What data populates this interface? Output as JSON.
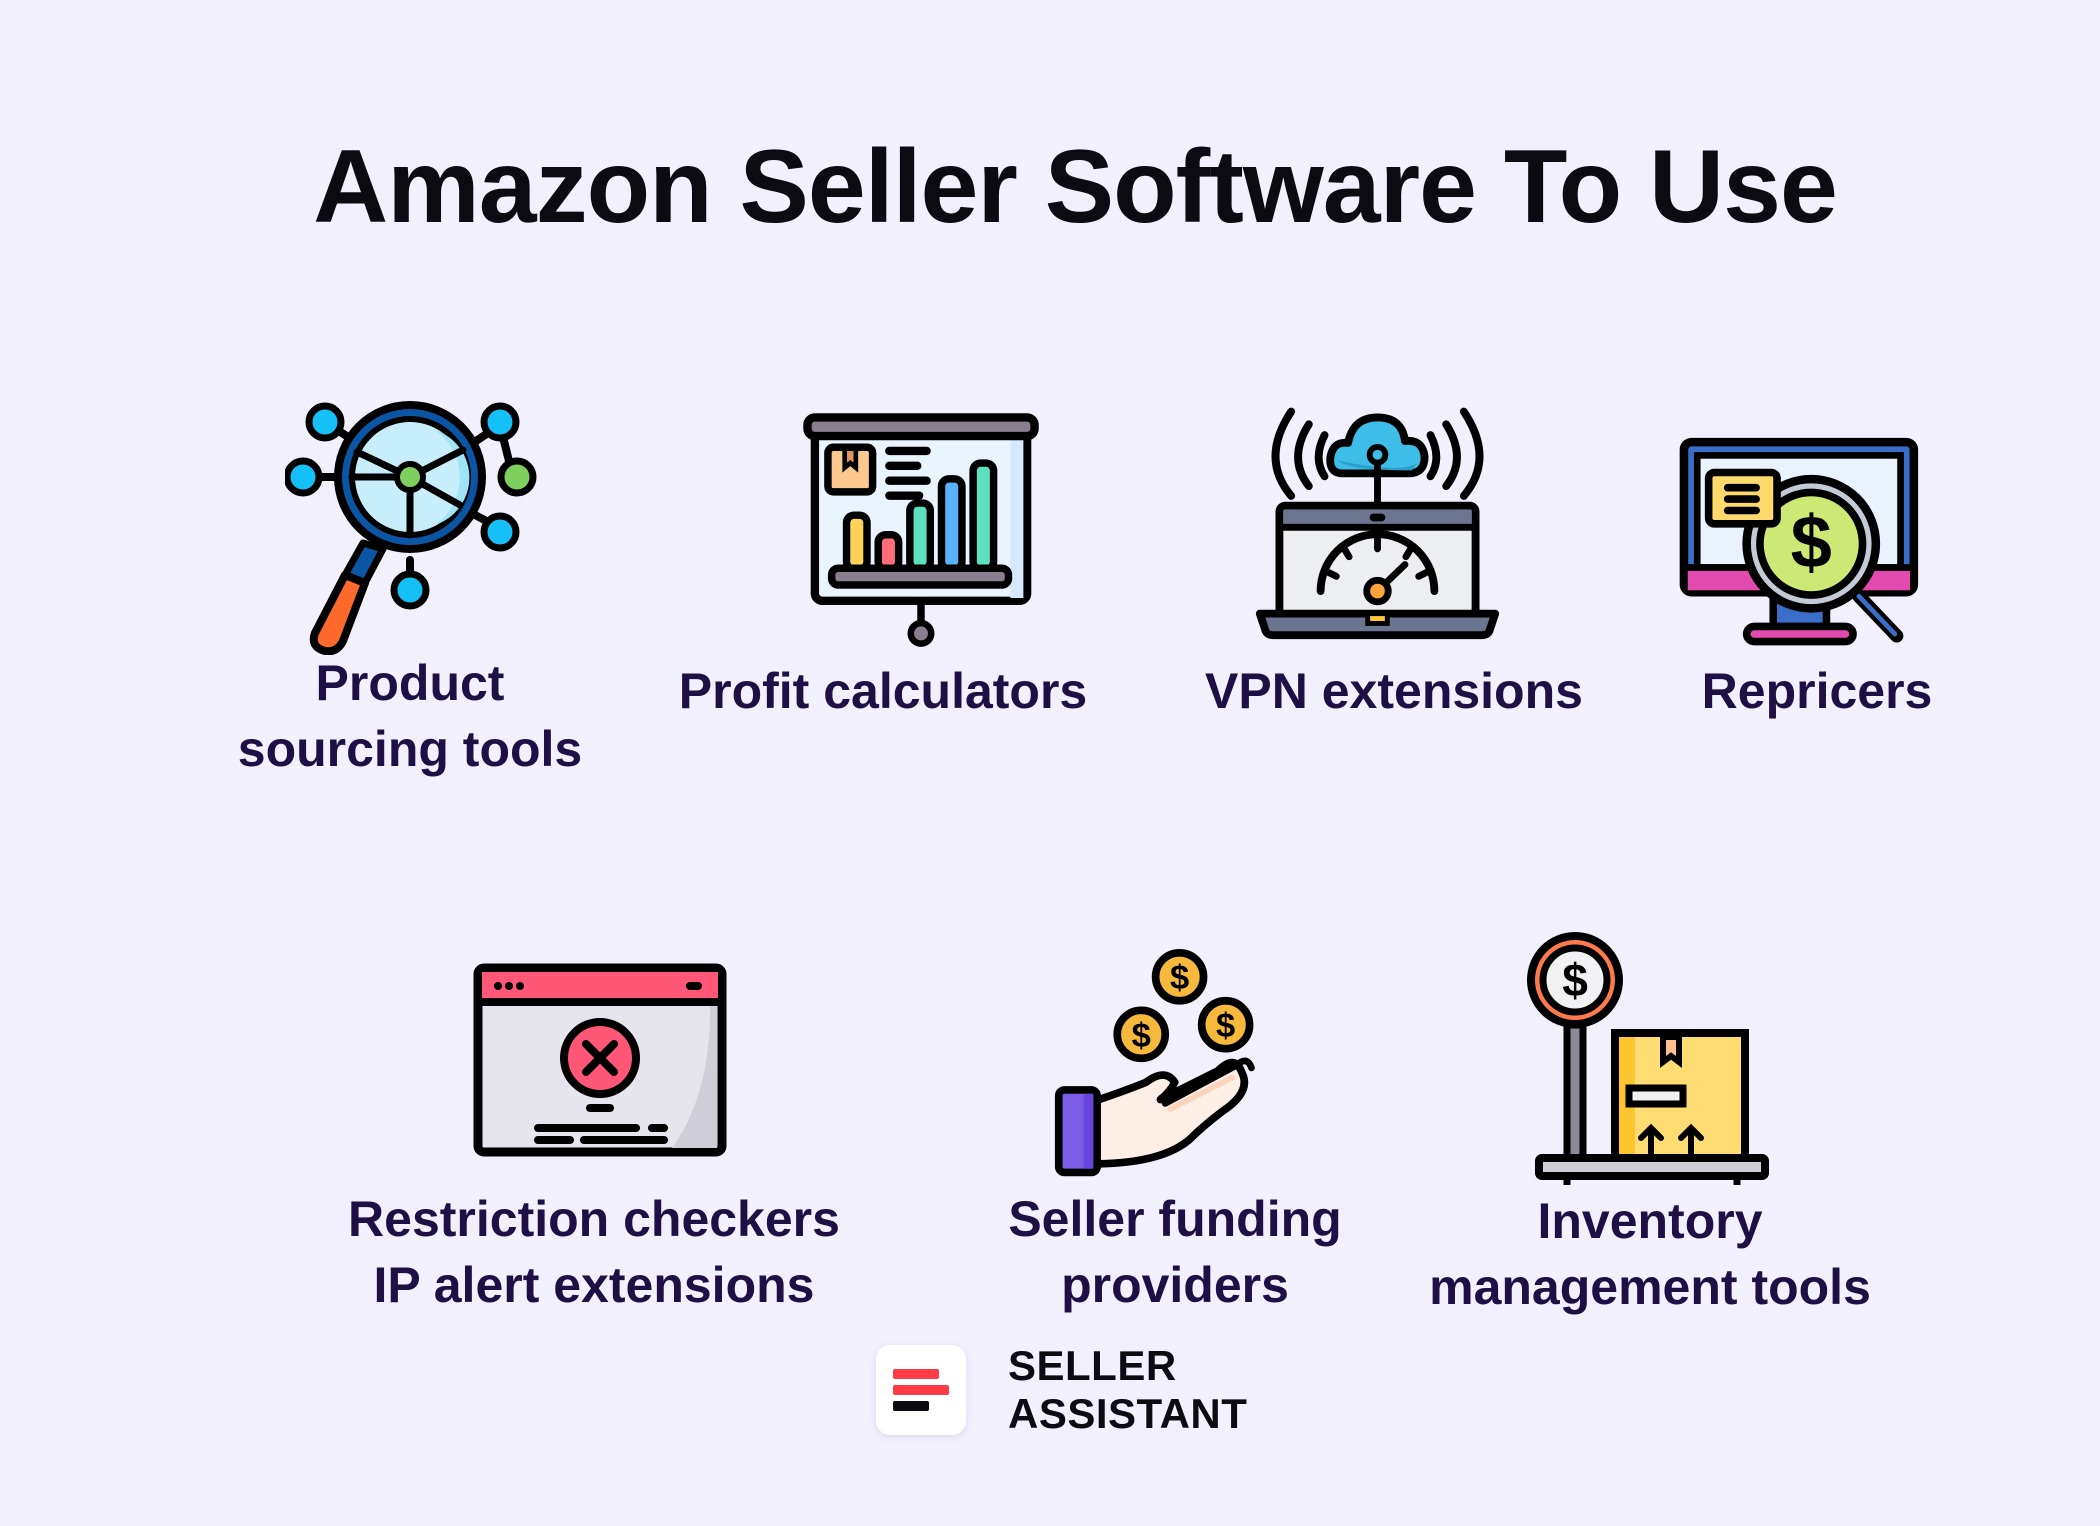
{
  "title": "Amazon Seller Software To Use",
  "colors": {
    "background": "#f3f0fd",
    "title": "#0d0b12",
    "label": "#1e1044",
    "brand_red": "#ff3b47",
    "brand_dark": "#0d0b12"
  },
  "items": [
    {
      "label_lines": [
        "Product",
        "sourcing tools"
      ],
      "icon": "magnifier-network-icon"
    },
    {
      "label_lines": [
        "Profit calculators"
      ],
      "icon": "presentation-chart-icon"
    },
    {
      "label_lines": [
        "VPN extensions"
      ],
      "icon": "laptop-cloud-speedometer-icon"
    },
    {
      "label_lines": [
        "Repricers"
      ],
      "icon": "monitor-dollar-search-icon"
    },
    {
      "label_lines": [
        "Restriction checkers",
        "IP alert extensions"
      ],
      "icon": "browser-error-icon"
    },
    {
      "label_lines": [
        "Seller funding",
        "providers"
      ],
      "icon": "hand-coins-icon"
    },
    {
      "label_lines": [
        "Inventory",
        "management tools"
      ],
      "icon": "scale-box-icon"
    }
  ],
  "brand": {
    "line1": "SELLER",
    "line2": "ASSISTANT",
    "icon": "seller-assistant-logo-icon"
  }
}
